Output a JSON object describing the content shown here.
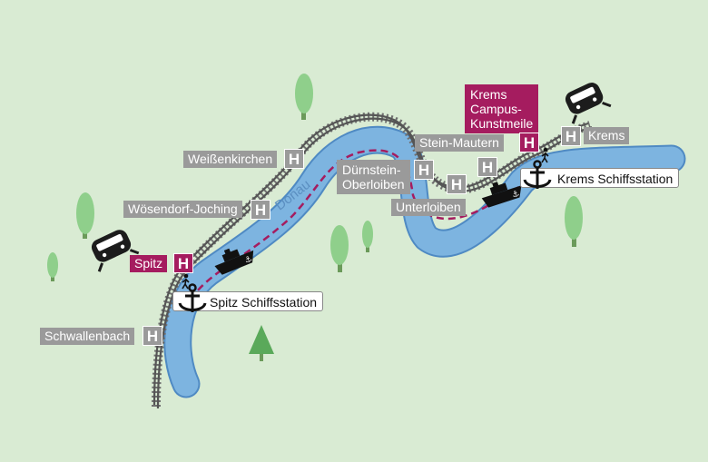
{
  "river": {
    "name": "Donau"
  },
  "stops": {
    "krems_campus": {
      "label": "Krems Campus-Kunstmeile",
      "lines": [
        "Krems",
        "Campus-",
        "Kunstmeile"
      ],
      "symbol": "H"
    },
    "krems": {
      "label": "Krems",
      "symbol": "H"
    },
    "stein_mautern": {
      "label": "Stein-Mautern",
      "symbol": "H"
    },
    "duernstein": {
      "label": "Dürnstein-Oberloiben",
      "lines": [
        "Dürnstein-",
        "Oberloiben"
      ],
      "symbol": "H"
    },
    "unterloiben": {
      "label": "Unterloiben",
      "symbol": "H"
    },
    "weissenkirchen": {
      "label": "Weißenkirchen",
      "symbol": "H"
    },
    "woesendorf": {
      "label": "Wösendorf-Joching",
      "symbol": "H"
    },
    "spitz": {
      "label": "Spitz",
      "symbol": "H"
    },
    "schwallenbach": {
      "label": "Schwallenbach",
      "symbol": "H"
    }
  },
  "piers": {
    "spitz": {
      "label": "Spitz Schiffsstation"
    },
    "krems": {
      "label": "Krems Schiffsstation"
    }
  },
  "icons": {
    "train": "train-icon",
    "ship": "ship-icon",
    "anchor": "anchor-icon",
    "walker": "pedestrian-icon",
    "tree": "tree-icon"
  },
  "colors": {
    "background": "#d9ebd3",
    "river": "#7db4e0",
    "river_outline": "#4f8ac3",
    "railway": "#6f6f6f",
    "boat_route": "#a51c5f",
    "stop_label": "#9a9a9a",
    "highlight_stop": "#a51c5f",
    "tree": "#8fcf8b"
  }
}
